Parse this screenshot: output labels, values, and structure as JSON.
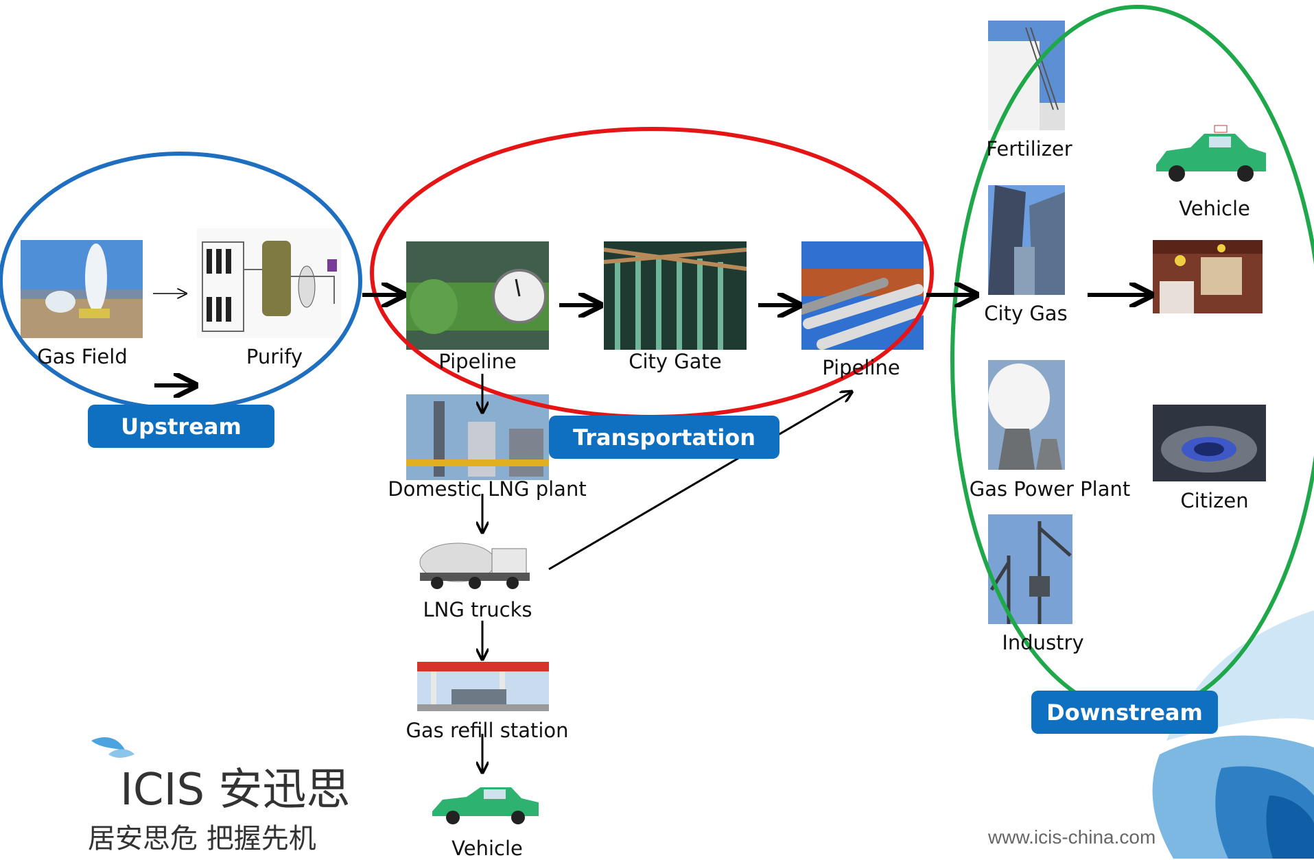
{
  "colors": {
    "upstream": "#1f6fc1",
    "transportation": "#e51515",
    "downstream": "#1fa84a",
    "badge": "#0f6fc0"
  },
  "sections": {
    "upstream": "Upstream",
    "transportation": "Transportation",
    "downstream": "Downstream"
  },
  "upstream": {
    "gas_field": "Gas Field",
    "purify": "Purify"
  },
  "transport": {
    "pipeline_1": "Pipeline",
    "city_gate": "City Gate",
    "pipeline_2": "Pipeline",
    "lng_plant": "Domestic LNG plant",
    "lng_trucks": "LNG trucks",
    "refill_station": "Gas refill station",
    "vehicle": "Vehicle"
  },
  "downstream": {
    "fertilizer": "Fertilizer",
    "city_gas": "City Gas",
    "power_plant": "Gas Power Plant",
    "industry": "Industry",
    "vehicle": "Vehicle",
    "citizen": "Citizen"
  },
  "brand": {
    "logo": "ICIS 安迅思",
    "slogan": "居安思危 把握先机",
    "url": "www.icis-china.com"
  }
}
